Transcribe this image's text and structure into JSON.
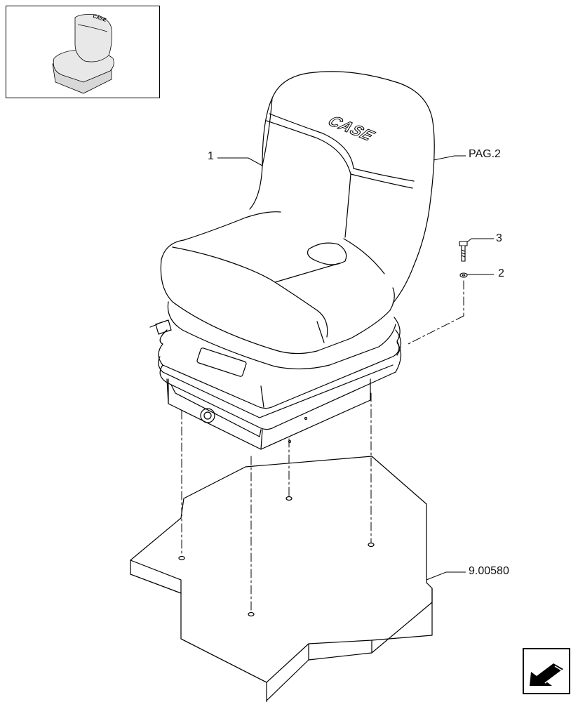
{
  "thumbnail": {
    "caption": "",
    "logo_text": "CASE"
  },
  "seat": {
    "logo_text": "CASE"
  },
  "callouts": {
    "seat_ref": "1",
    "page_ref": "PAG.2",
    "bolt_ref": "3",
    "washer_ref": "2",
    "platform_ref": "9.00580"
  },
  "navigation": {
    "icon": "arrow-back-icon"
  },
  "colors": {
    "line": "#000000",
    "background": "#ffffff",
    "fill": "#ffffff"
  }
}
